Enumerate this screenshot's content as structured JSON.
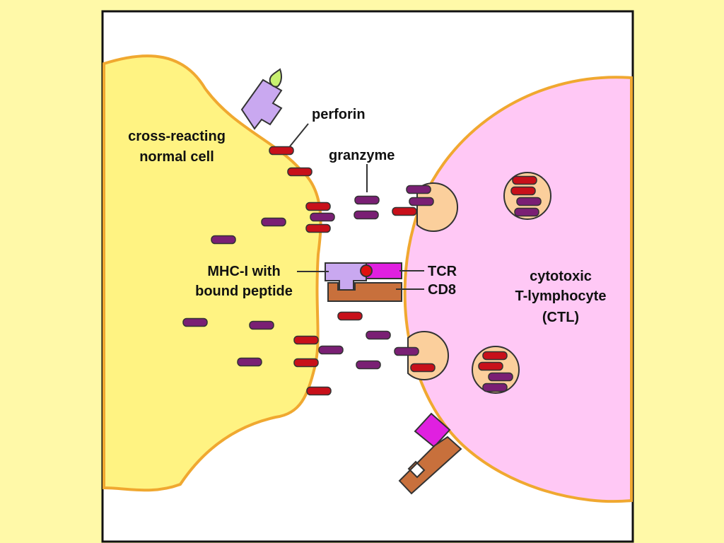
{
  "labels": {
    "normal_cell_line1": "cross-reacting",
    "normal_cell_line2": "normal cell",
    "perforin": "perforin",
    "granzyme": "granzyme",
    "mhc_line1": "MHC-I with",
    "mhc_line2": "bound peptide",
    "tcr": "TCR",
    "cd8": "CD8",
    "ctl_line1": "cytotoxic",
    "ctl_line2": "T-lymphocyte",
    "ctl_line3": "(CTL)"
  },
  "colors": {
    "background": "#fff9a8",
    "panel": "#ffffff",
    "normal_cell": "#fff382",
    "membrane": "#f0a830",
    "ctl": "#ffc8f5",
    "granule": "#fbcf9c",
    "perforin": "#c8101a",
    "granzyme": "#7a1f74",
    "mhc": "#c9a8f0",
    "peptide": "#e01010",
    "tcr": "#e020e0",
    "cd8": "#c8703c",
    "antigen": "#c8f070"
  }
}
